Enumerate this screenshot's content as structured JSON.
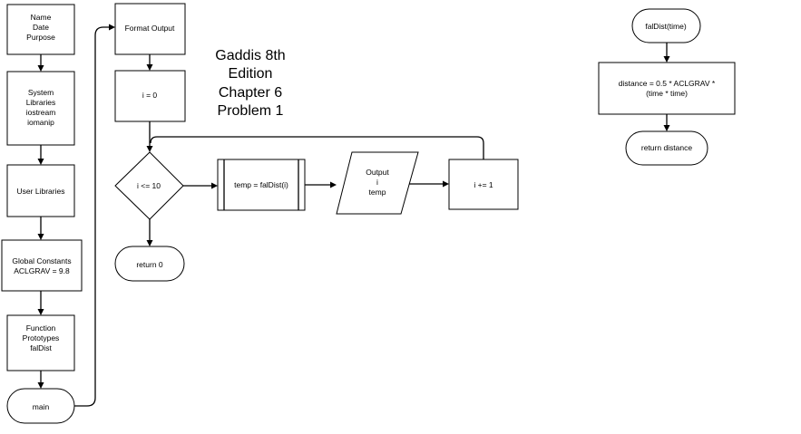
{
  "title_lines": [
    "Gaddis 8th",
    "Edition",
    "Chapter 6",
    "Problem  1"
  ],
  "main_flow": {
    "header": [
      "Name",
      "Date",
      "Purpose"
    ],
    "system_libraries": [
      "System",
      "Libraries",
      "iostream",
      "iomanip"
    ],
    "user_libraries": [
      "User Libraries"
    ],
    "global_constants": [
      "Global Constants",
      "ACLGRAV = 9.8"
    ],
    "function_prototypes": [
      "Function",
      "Prototypes",
      "falDist"
    ],
    "main_terminal": [
      "main"
    ]
  },
  "loop_flow": {
    "format_output": [
      "Format Output"
    ],
    "init": [
      "i = 0"
    ],
    "condition": [
      "i  <= 10"
    ],
    "call": [
      "temp = falDist(i)"
    ],
    "output": [
      "Output",
      "i",
      "temp"
    ],
    "increment": [
      "i += 1"
    ],
    "return": [
      "return 0"
    ]
  },
  "function_flow": {
    "header": [
      "falDist(time)"
    ],
    "compute": [
      "distance = 0.5 * ACLGRAV *",
      "(time * time)"
    ],
    "return": [
      "return distance"
    ]
  }
}
